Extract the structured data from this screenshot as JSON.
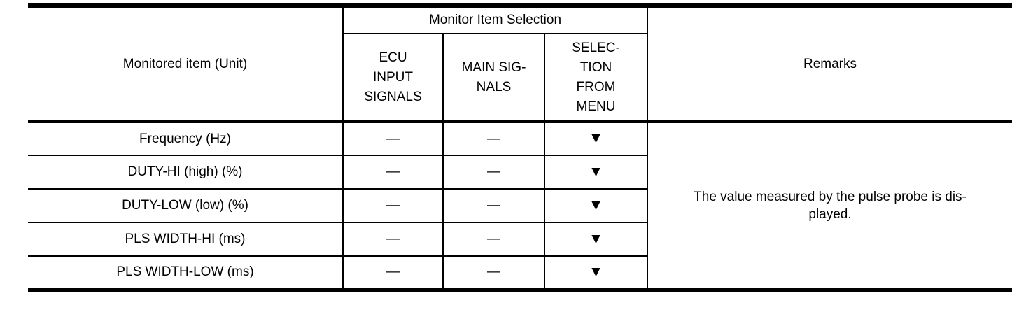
{
  "table": {
    "headers": {
      "monitored_item": "Monitored item (Unit)",
      "selection_group": "Monitor Item Selection",
      "ecu_input_signals": "ECU\nINPUT\nSIGNALS",
      "main_signals": "MAIN SIG-\nNALS",
      "selection_from_menu": "SELEC-\nTION\nFROM\nMENU",
      "remarks": "Remarks"
    },
    "rows": [
      {
        "monitored_item": "Frequency (Hz)",
        "ecu_input_signals": "—",
        "main_signals": "—",
        "selection_from_menu": "▼"
      },
      {
        "monitored_item": "DUTY-HI (high) (%)",
        "ecu_input_signals": "—",
        "main_signals": "—",
        "selection_from_menu": "▼"
      },
      {
        "monitored_item": "DUTY-LOW (low) (%)",
        "ecu_input_signals": "—",
        "main_signals": "—",
        "selection_from_menu": "▼"
      },
      {
        "monitored_item": "PLS WIDTH-HI (ms)",
        "ecu_input_signals": "—",
        "main_signals": "—",
        "selection_from_menu": "▼"
      },
      {
        "monitored_item": "PLS WIDTH-LOW (ms)",
        "ecu_input_signals": "—",
        "main_signals": "—",
        "selection_from_menu": "▼"
      }
    ],
    "remarks_text": "The value measured by the pulse probe is dis-\nplayed.",
    "colors": {
      "border": "#000000",
      "text": "#000000",
      "background": "#ffffff"
    }
  }
}
